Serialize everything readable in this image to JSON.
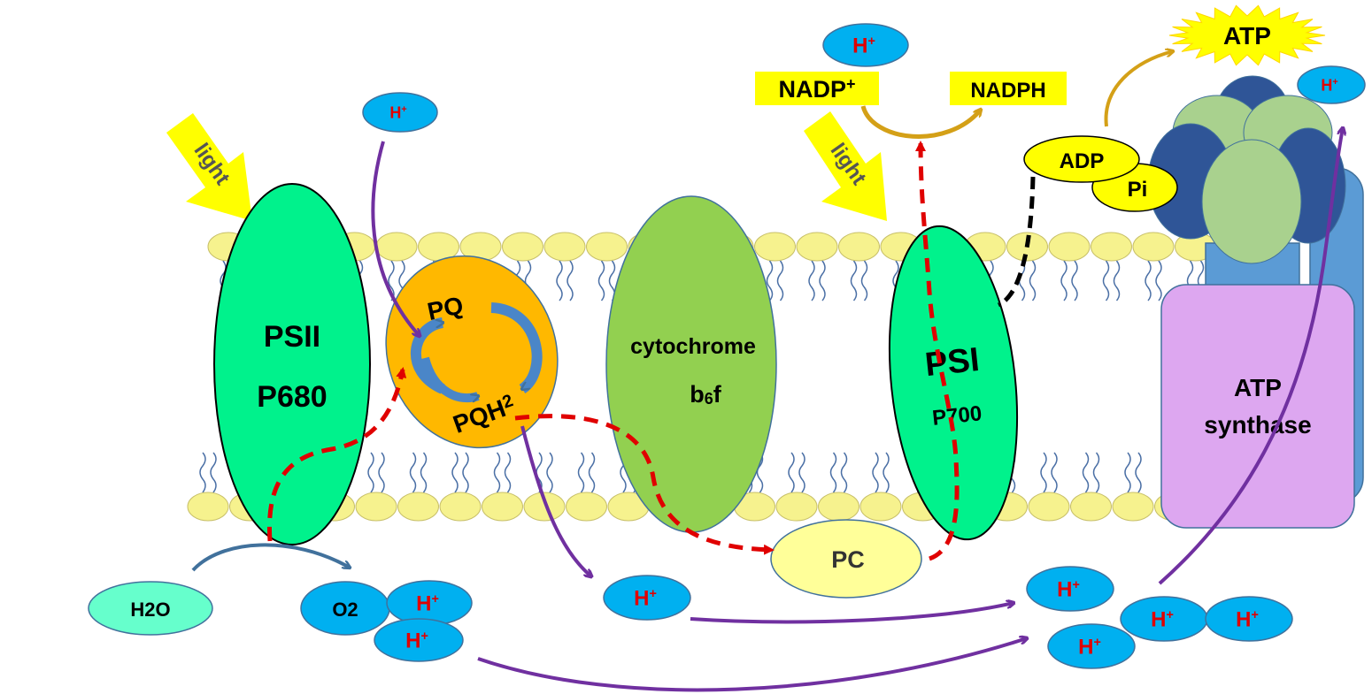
{
  "labels": {
    "light_left": "light",
    "light_right": "light",
    "psii": "PSII",
    "p680": "P680",
    "pq": "PQ",
    "pqh2": "PQH",
    "pqh2_sub": "2",
    "cyt_line1": "cytochrome",
    "cyt_b": "b",
    "cyt_sub": "6",
    "cyt_f": "f",
    "psi": "PSI",
    "p700": "P700",
    "pc": "PC",
    "h2o": "H2O",
    "o2": "O2",
    "nadp": "NADP",
    "nadp_sup": "+",
    "nadph": "NADPH",
    "adp": "ADP",
    "pi": "Pi",
    "atp": "ATP",
    "atp_synthase_line1": "ATP",
    "atp_synthase_line2": "synthase",
    "h": "H",
    "h_sup": "+"
  },
  "colors": {
    "photosystem": "#00f28c",
    "pq_pool": "#ffb800",
    "cytochrome": "#92d050",
    "pc": "#ffff99",
    "h_ion": "#00b0f0",
    "h_text": "#e00000",
    "h2o": "#66ffcc",
    "label_yellow": "#ffff00",
    "lipid_head": "#f6f28e",
    "lipid_tail": "#4a6fa5",
    "atp_synthase": "#dda7f0",
    "atp_synthase_stalk": "#5b9bd5",
    "f1_dark": "#2f5597",
    "f1_light": "#a9d18e",
    "electron_path": "#e00000",
    "proton_path": "#7030a0",
    "atp_arrow": "#d4a017"
  }
}
